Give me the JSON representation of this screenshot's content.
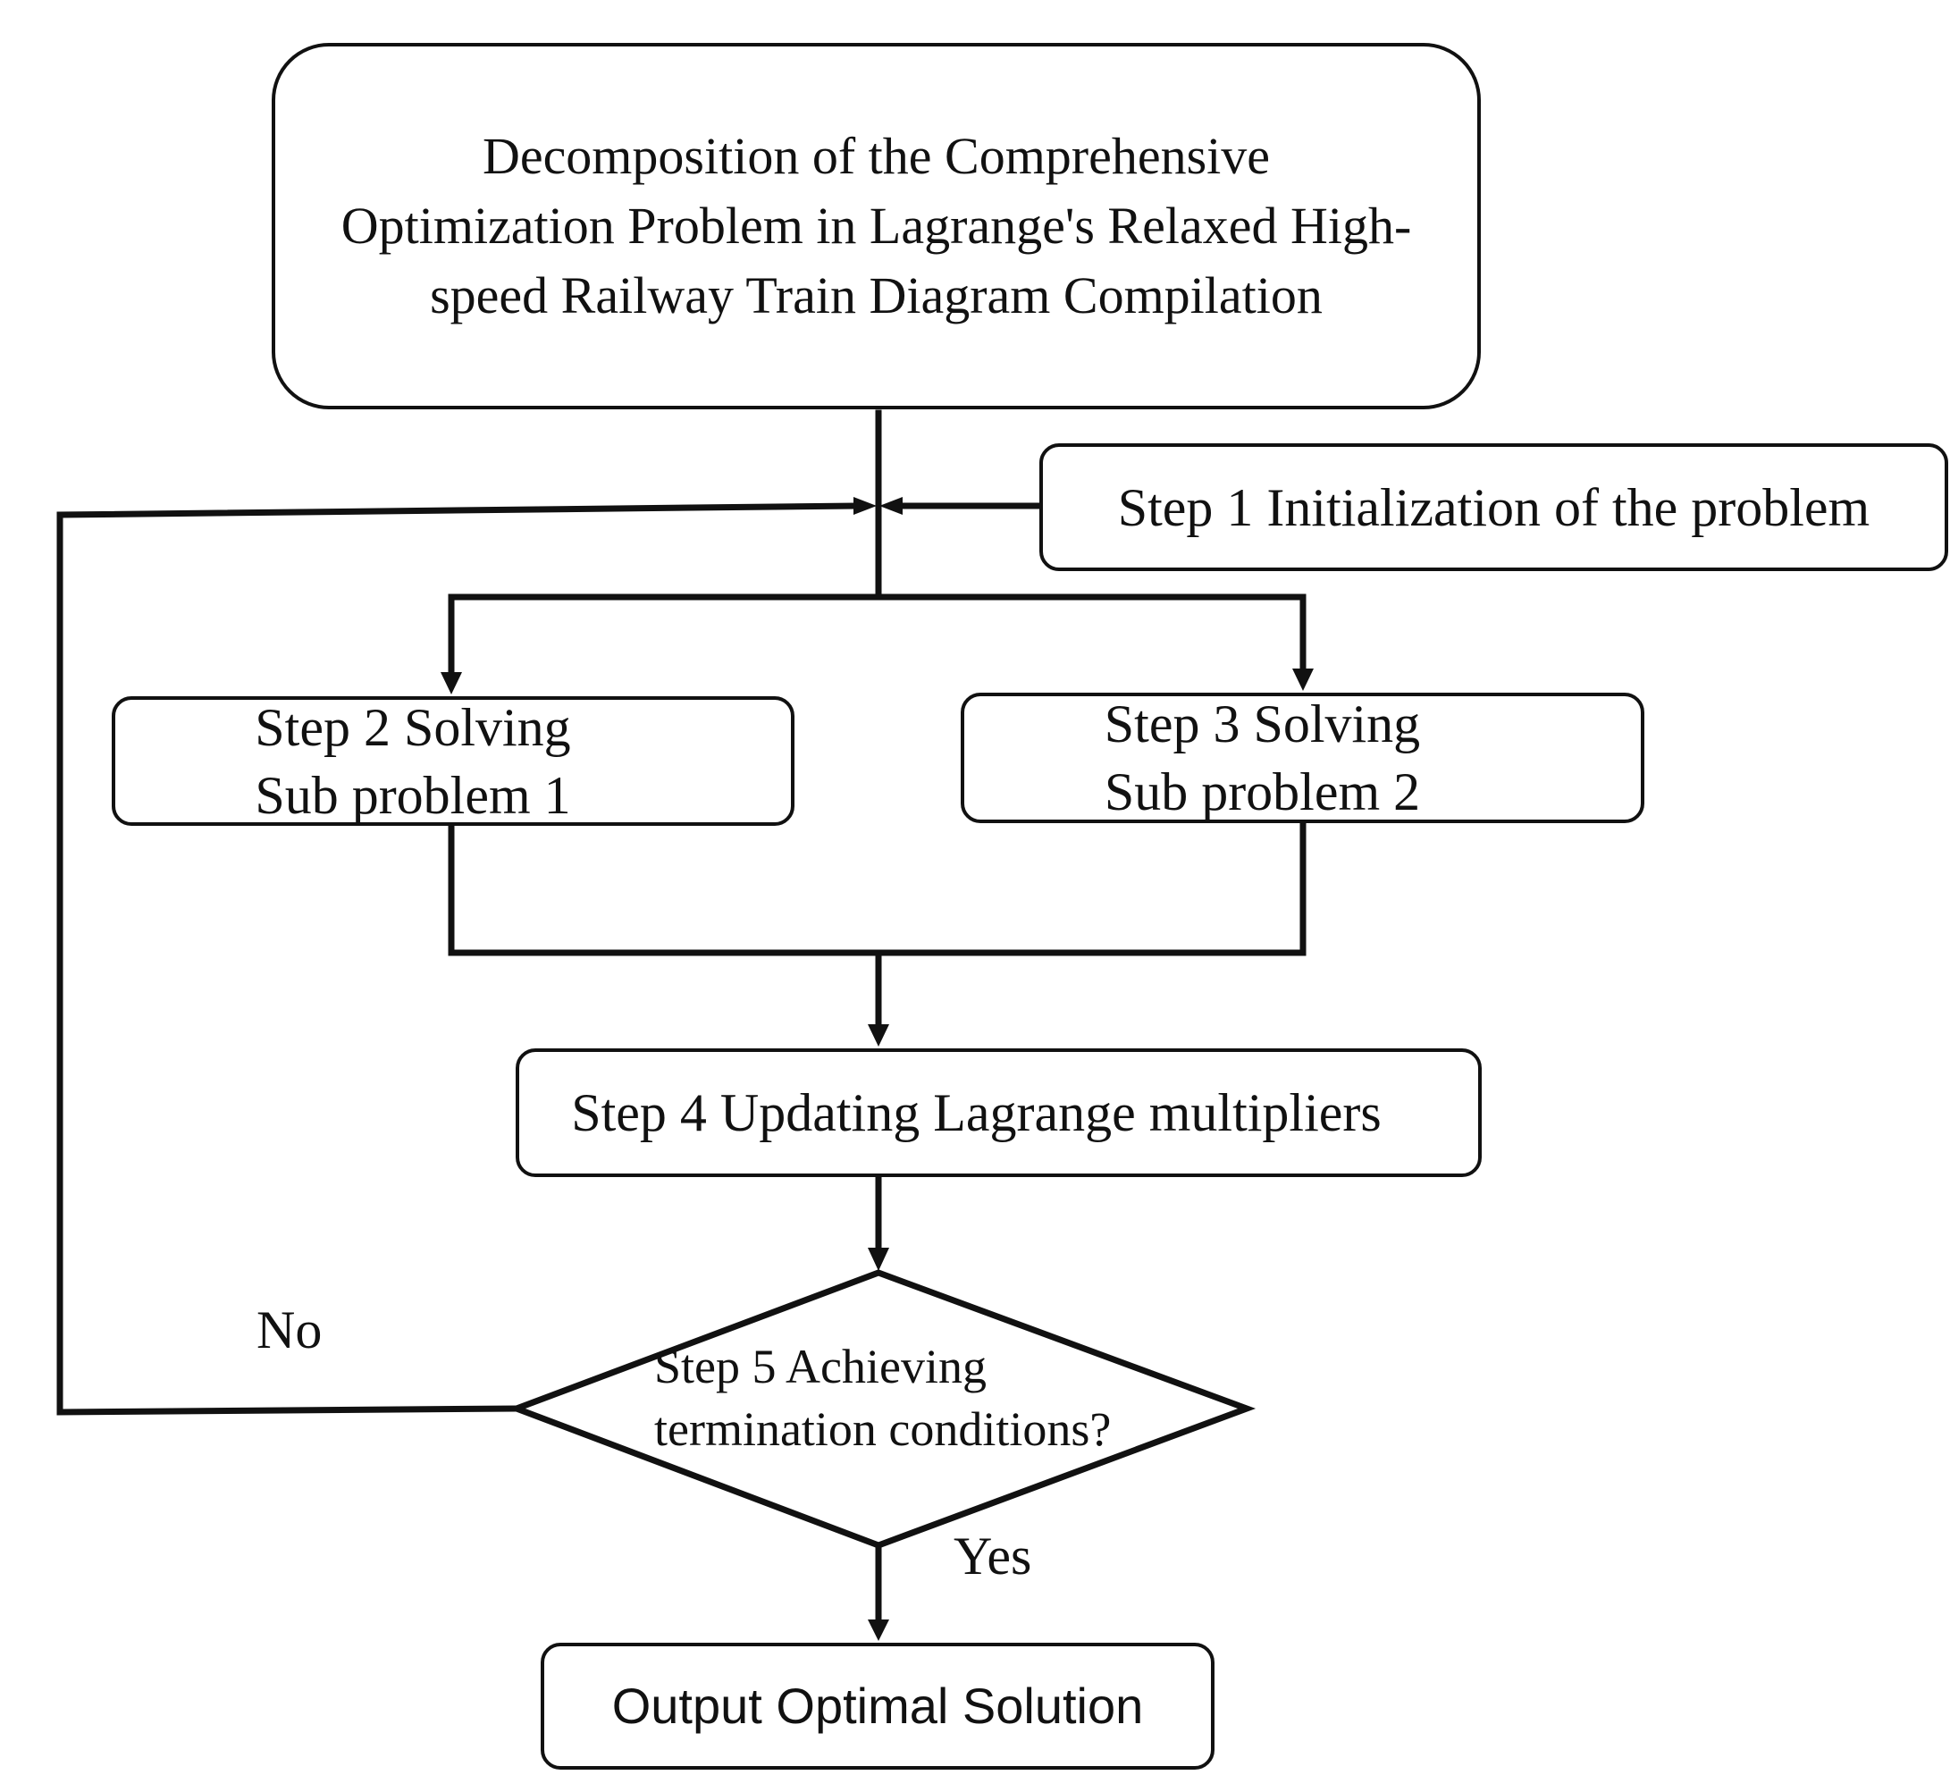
{
  "nodes": {
    "top": {
      "label": "Decomposition of the Comprehensive Optimization Problem in Lagrange's Relaxed High-speed Railway Train Diagram Compilation"
    },
    "step1": {
      "label": "Step 1 Initialization of the problem"
    },
    "step2": {
      "label": "Step 2 Solving Sub problem 1"
    },
    "step3": {
      "label": "Step 3 Solving Sub problem 2"
    },
    "step4": {
      "label": "Step 4 Updating Lagrange multipliers"
    },
    "step5": {
      "label": "Step 5 Achieving termination conditions?"
    },
    "output": {
      "label": "Output Optimal Solution"
    }
  },
  "edges": {
    "no_label": "No",
    "yes_label": "Yes"
  }
}
